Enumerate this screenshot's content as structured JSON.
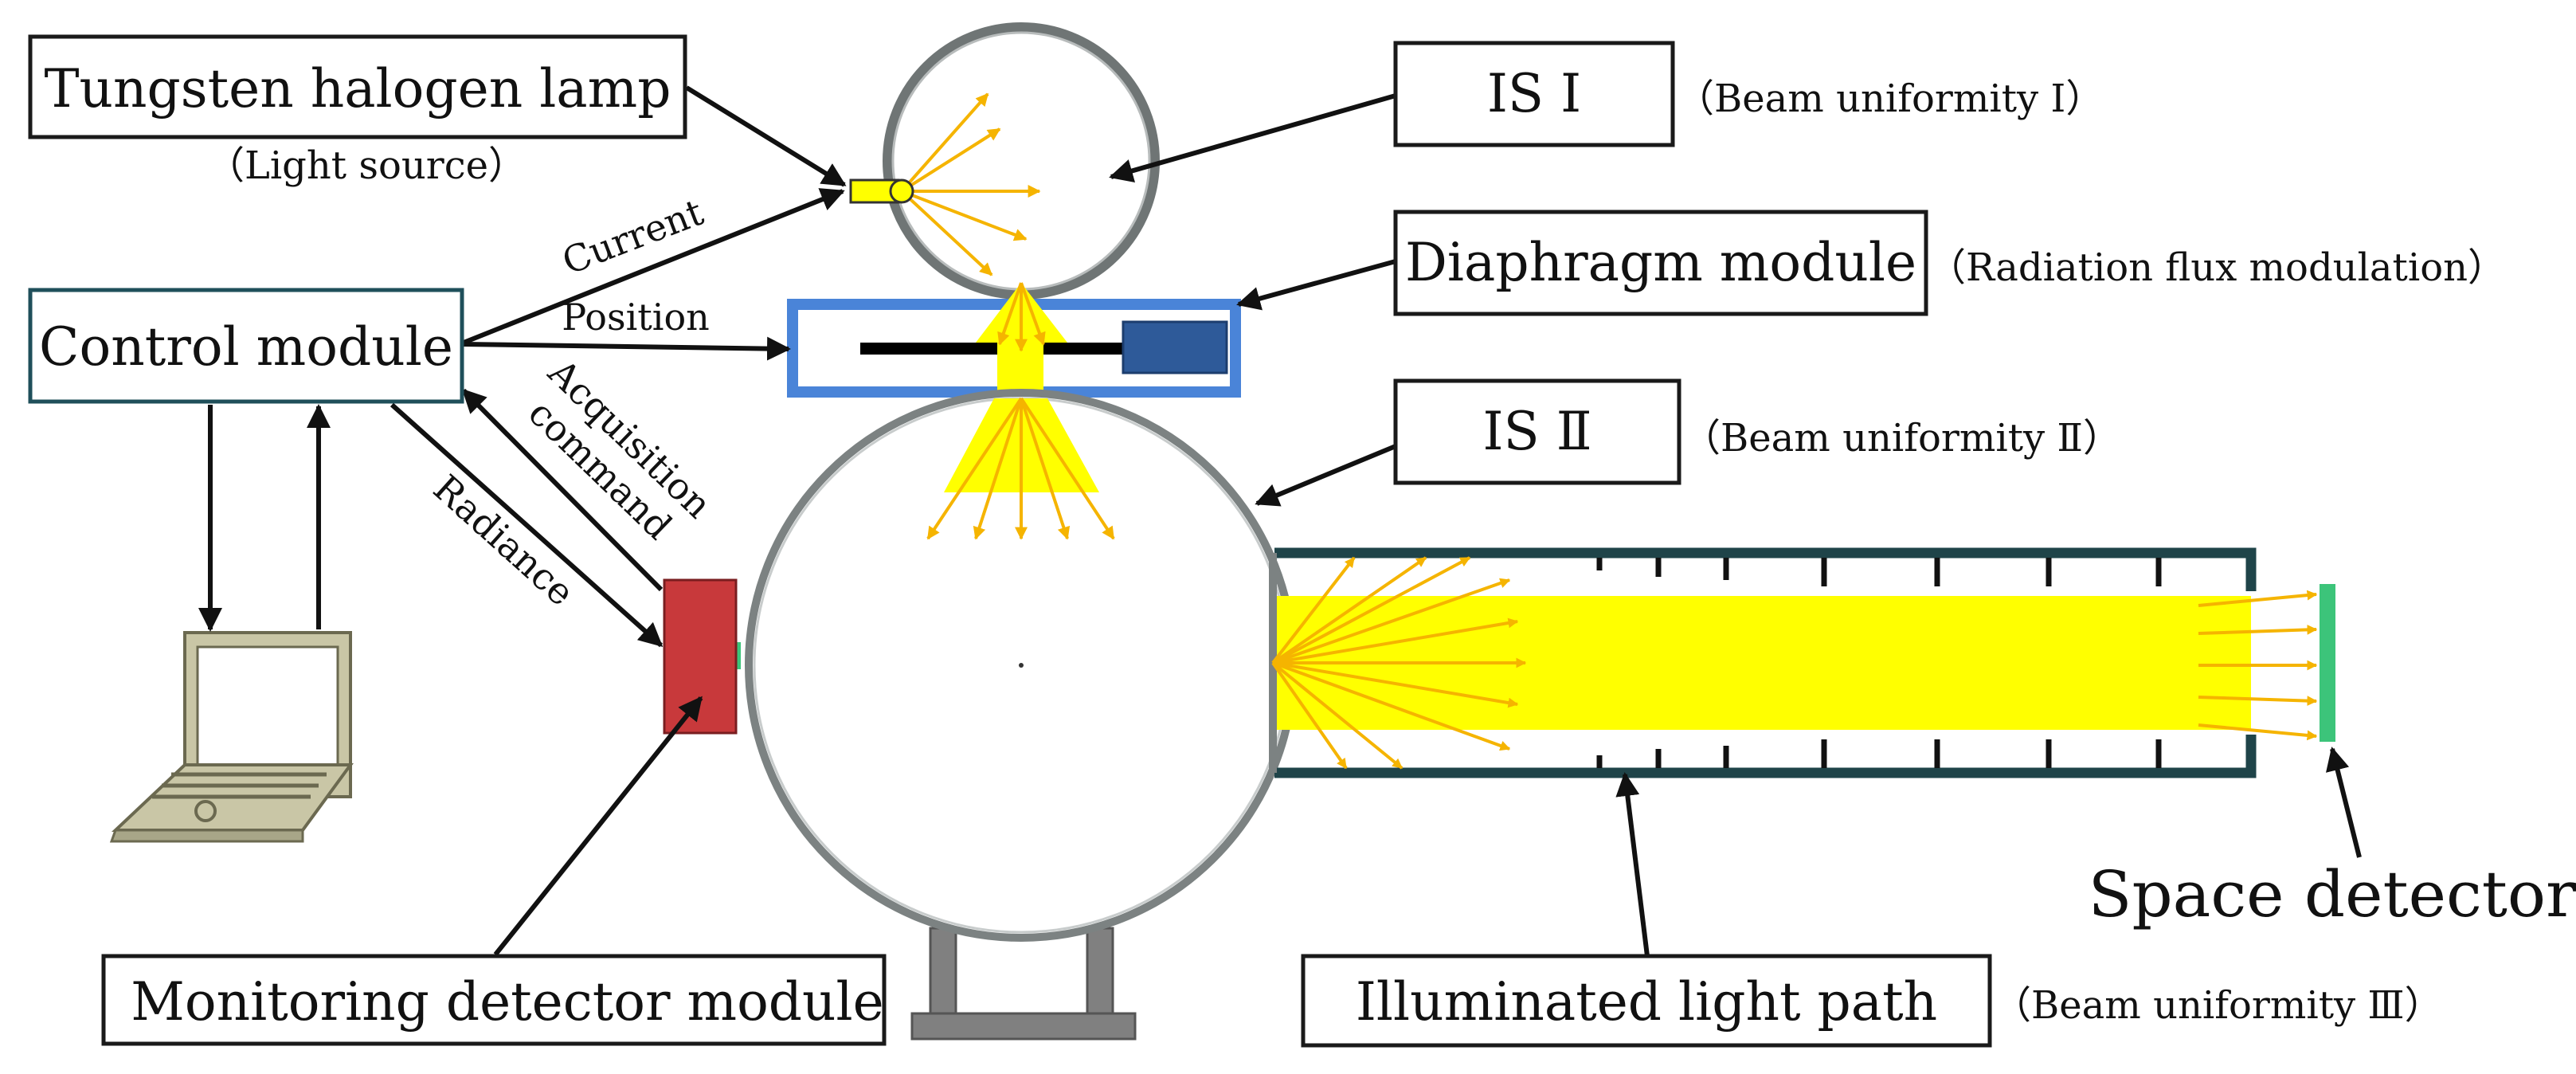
{
  "labels": {
    "lamp": "Tungsten halogen lamp",
    "lamp_sub": "（Light source）",
    "is1": "IS Ⅰ",
    "is1_sub": "（Beam uniformity Ⅰ）",
    "diaphragm": "Diaphragm module",
    "diaphragm_sub": "（Radiation flux modulation）",
    "control": "Control module",
    "is2": "IS Ⅱ",
    "is2_sub": "（Beam uniformity Ⅱ）",
    "monitor": "Monitoring detector module",
    "path": "Illuminated light path",
    "path_sub": "（Beam uniformity Ⅲ）",
    "space": "Space detector"
  },
  "signals": {
    "current": "Current",
    "position": "Position",
    "acquisition_1": "Acquisition",
    "acquisition_2": "command",
    "radiance": "Radiance"
  },
  "colors": {
    "light": "#ffff00",
    "rays": "#f5b400",
    "diaphragm_frame": "#4a84d8",
    "diaphragm_motor": "#2e5a99",
    "monitor_detector": "#c8393b",
    "space_detector": "#3cc47a",
    "sphere_stroke": "#7c8282",
    "tube_stroke": "#1f4449",
    "lamp": "#ffff00",
    "laptop": "#c9c6a6"
  }
}
